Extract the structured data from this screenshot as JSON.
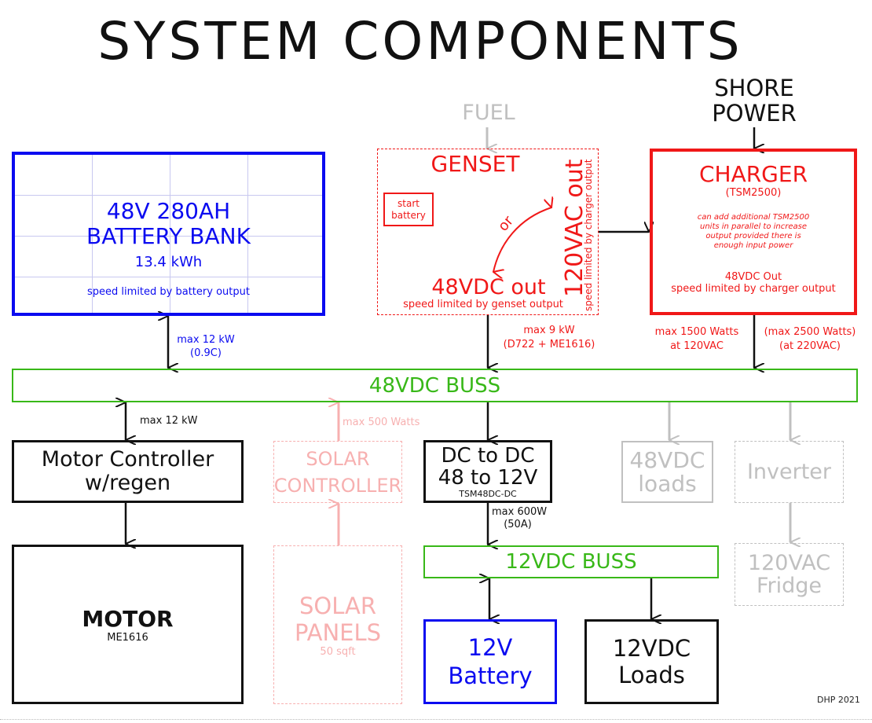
{
  "title": "SYSTEM COMPONENTS",
  "colors": {
    "battery_blue": "#0b0bf0",
    "genset_red": "#f01818",
    "buss_green": "#38b818",
    "solar_pink": "#f7b0b0",
    "optional_gray": "#c0c0c0",
    "black": "#111111"
  },
  "inputs": {
    "fuel": "FUEL",
    "shore_power_line1": "SHORE",
    "shore_power_line2": "POWER"
  },
  "battery_bank": {
    "line1": "48V 280AH",
    "line2": "BATTERY BANK",
    "capacity": "13.4 kWh",
    "note": "speed limited by battery output",
    "link_label_line1": "max 12 kW",
    "link_label_line2": "(0.9C)"
  },
  "genset": {
    "title": "GENSET",
    "start_battery_line1": "start",
    "start_battery_line2": "battery",
    "or_label": "or",
    "ac_out": "120VAC out",
    "ac_note": "speed limited by charger output",
    "dc_out": "48VDC out",
    "dc_note": "speed limited by genset output",
    "link_label_line1": "max 9 kW",
    "link_label_line2": "(D722 + ME1616)"
  },
  "charger": {
    "title": "CHARGER",
    "model": "(TSM2500)",
    "note_lines": [
      "can add additional TSM2500",
      "units in parallel to increase",
      "output provided there is",
      "enough input power"
    ],
    "output": "48VDC Out",
    "output_note": "speed limited by charger output",
    "label_120_line1": "max 1500 Watts",
    "label_120_line2": "at 120VAC",
    "label_220_line1": "(max 2500 Watts)",
    "label_220_line2": "(at 220VAC)"
  },
  "buss_48": {
    "label": "48VDC BUSS"
  },
  "motor_controller": {
    "line1": "Motor Controller",
    "line2": "w/regen",
    "link_label": "max 12 kW"
  },
  "motor": {
    "title": "MOTOR",
    "model": "ME1616"
  },
  "solar_controller": {
    "line1": "SOLAR",
    "line2": "CONTROLLER",
    "link_label": "max 500 Watts"
  },
  "solar_panels": {
    "line1": "SOLAR",
    "line2": "PANELS",
    "area": "50 sqft"
  },
  "dc_dc": {
    "line1": "DC to DC",
    "line2": "48 to 12V",
    "model": "TSM48DC-DC",
    "link_label_line1": "max 600W",
    "link_label_line2": "(50A)"
  },
  "loads_48": {
    "line1": "48VDC",
    "line2": "loads"
  },
  "inverter": {
    "label": "Inverter"
  },
  "fridge": {
    "line1": "120VAC",
    "line2": "Fridge"
  },
  "buss_12": {
    "label": "12VDC BUSS"
  },
  "battery_12": {
    "line1": "12V",
    "line2": "Battery"
  },
  "loads_12": {
    "line1": "12VDC",
    "line2": "Loads"
  },
  "credit": "DHP 2021"
}
